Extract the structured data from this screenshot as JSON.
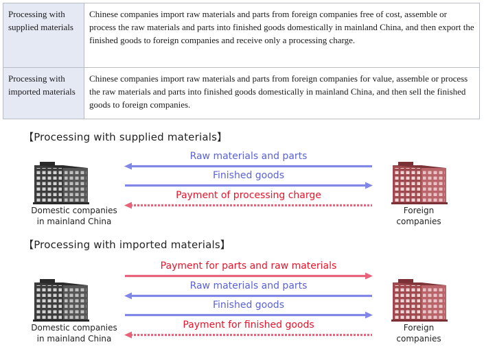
{
  "table": {
    "rows": [
      {
        "term": "Processing with supplied materials",
        "desc": "Chinese companies import raw materials and parts from foreign companies free of cost, assemble or process the raw materials and parts into finished goods domestically in mainland China, and then export the finished goods to foreign companies and receive only a processing charge."
      },
      {
        "term": "Processing with imported materials",
        "desc": "Chinese companies import raw materials and parts from foreign companies for value, assemble or process the raw materials and parts into finished goods domestically in mainland China, and then sell the finished goods to foreign companies."
      }
    ]
  },
  "diagram_supplied": {
    "title": "【Processing with supplied materials】",
    "domestic_label": [
      "Domestic companies",
      "in mainland China"
    ],
    "foreign_label": [
      "Foreign",
      "companies"
    ],
    "flows": [
      {
        "label": "Raw materials and parts",
        "direction": "to-domestic",
        "style": "solid",
        "color": "#8087e6"
      },
      {
        "label": "Finished goods",
        "direction": "to-foreign",
        "style": "solid",
        "color": "#8087e6"
      },
      {
        "label": "Payment of processing charge",
        "direction": "to-domestic",
        "style": "dashed",
        "color": "#e7627a"
      }
    ]
  },
  "diagram_imported": {
    "title": "【Processing with imported materials】",
    "domestic_label": [
      "Domestic companies",
      "in mainland China"
    ],
    "foreign_label": [
      "Foreign",
      "companies"
    ],
    "flows": [
      {
        "label": "Payment for parts and raw materials",
        "direction": "to-foreign",
        "style": "solid",
        "color": "#e7627a"
      },
      {
        "label": "Raw materials and parts",
        "direction": "to-domestic",
        "style": "solid",
        "color": "#8087e6"
      },
      {
        "label": "Finished goods",
        "direction": "to-foreign",
        "style": "solid",
        "color": "#8087e6"
      },
      {
        "label": "Payment for finished goods",
        "direction": "to-domestic",
        "style": "dashed",
        "color": "#e7627a"
      }
    ]
  },
  "colors": {
    "domestic_building": "#3c3c3c",
    "foreign_building": "#9e4a4e",
    "blue_text": "#5a62d6",
    "red_text": "#e8142a",
    "term_bg": "#e4e9f4"
  },
  "icons": {
    "domestic": "office-building-icon",
    "foreign": "office-building-icon"
  }
}
